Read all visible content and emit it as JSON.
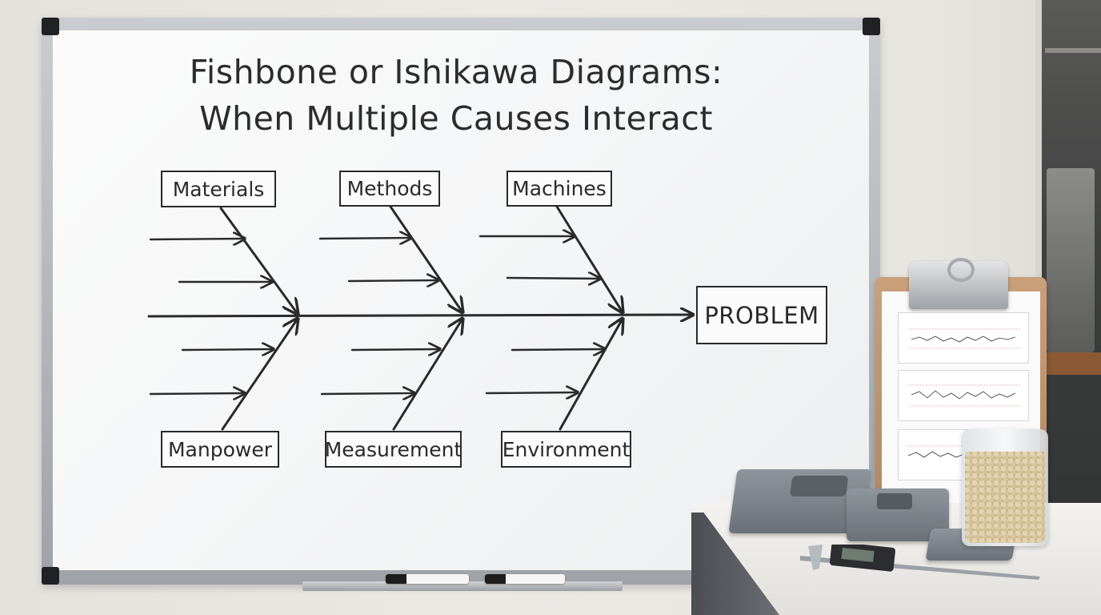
{
  "title": {
    "line1": "Fishbone or Ishikawa Diagrams:",
    "line2": "When Multiple Causes Interact"
  },
  "diagram": {
    "type": "fishbone",
    "effect": "PROBLEM",
    "top_categories": [
      "Materials",
      "Methods",
      "Machines"
    ],
    "bottom_categories": [
      "Manpower",
      "Measurement",
      "Environment"
    ],
    "sub_causes_per_bone": 2
  },
  "colors": {
    "ink": "#2a2a2a",
    "board_surface": "#f4f5f6",
    "board_frame": "#b3b7bb"
  }
}
